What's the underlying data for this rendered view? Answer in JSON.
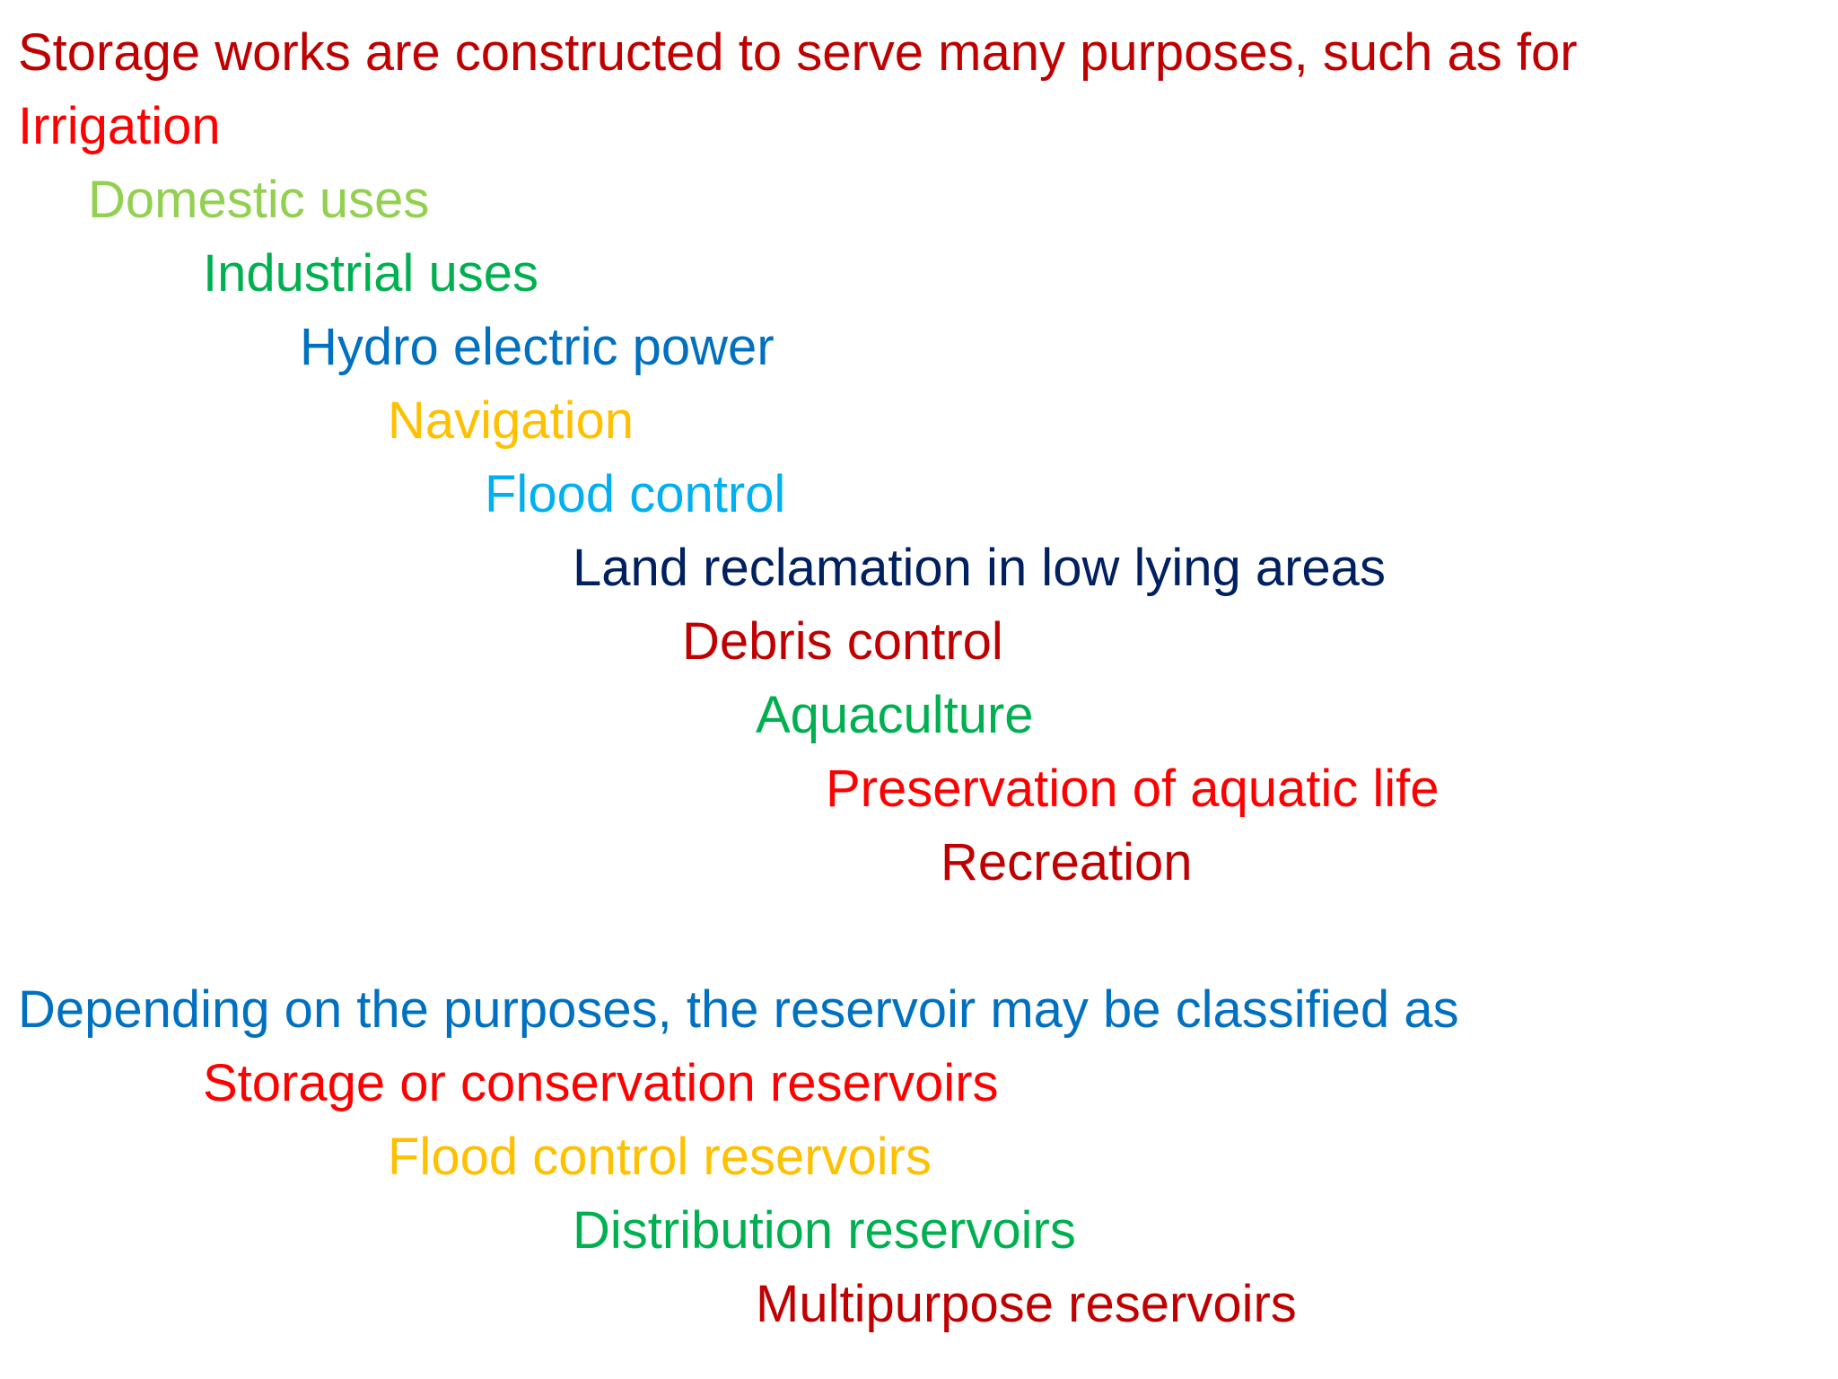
{
  "intro": {
    "heading": "Storage works are constructed to serve many purposes,  such as for",
    "color": "#C00000"
  },
  "purposes": [
    {
      "label": "Irrigation",
      "color": "#FF0000"
    },
    {
      "label": "Domestic  uses",
      "color": "#92D050"
    },
    {
      "label": "Industrial uses",
      "color": "#00B050"
    },
    {
      "label": "Hydro electric power",
      "color": "#0070C0"
    },
    {
      "label": "Navigation",
      "color": "#FFC000"
    },
    {
      "label": "Flood control",
      "color": "#00B0F0"
    },
    {
      "label": "Land reclamation in low lying areas",
      "color": "#002060"
    },
    {
      "label": "Debris control",
      "color": "#C00000"
    },
    {
      "label": "Aquaculture",
      "color": "#00B050"
    },
    {
      "label": "Preservation of aquatic life",
      "color": "#FF0000"
    },
    {
      "label": "Recreation",
      "color": "#C00000"
    }
  ],
  "classification": {
    "heading": "Depending on the purposes, the reservoir may be classified as",
    "color": "#0070C0",
    "types": [
      {
        "label": "Storage or conservation reservoirs",
        "color": "#FF0000"
      },
      {
        "label": "Flood control reservoirs",
        "color": "#FFC000"
      },
      {
        "label": "Distribution reservoirs",
        "color": "#00B050"
      },
      {
        "label": "Multipurpose reservoirs",
        "color": "#C00000"
      }
    ]
  }
}
